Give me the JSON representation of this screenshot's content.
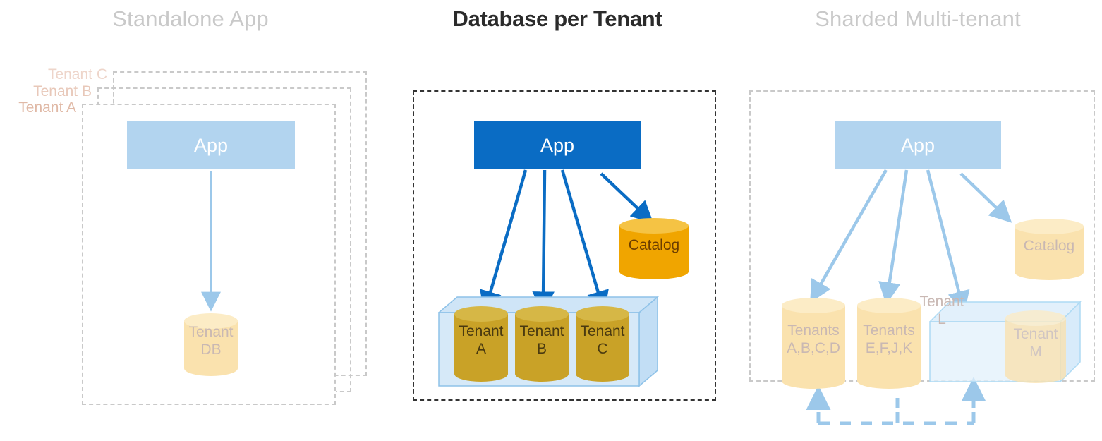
{
  "diagram": {
    "title_hidden": "",
    "colors": {
      "app_active": "#0a6cc4",
      "app_faded": "#b2d4ef",
      "catalog_active": "#f0a500",
      "catalog_faded": "#fae2ae",
      "tenant_db_active": "#c9a227",
      "tenant_db_faded": "#fae2ae",
      "container_box": "#cfe5f7",
      "border_active": "#333333",
      "border_faded": "#c9c9c9",
      "title_active": "#2b2b2b",
      "title_faded": "#c9c9c9",
      "tenant_tag": "#e0b9a6"
    }
  },
  "panels": [
    {
      "id": "standalone",
      "title": "Standalone App",
      "state": "faded",
      "app_label": "App",
      "tenant_tags": [
        "Tenant C",
        "Tenant B",
        "Tenant A"
      ],
      "databases": [
        {
          "label_line1": "Tenant",
          "label_line2": "DB"
        }
      ]
    },
    {
      "id": "database-per-tenant",
      "title": "Database per Tenant",
      "state": "active",
      "app_label": "App",
      "catalog_label": "Catalog",
      "databases": [
        {
          "label_line1": "Tenant",
          "label_line2": "A"
        },
        {
          "label_line1": "Tenant",
          "label_line2": "B"
        },
        {
          "label_line1": "Tenant",
          "label_line2": "C"
        }
      ]
    },
    {
      "id": "sharded-multi-tenant",
      "title": "Sharded Multi-tenant",
      "state": "faded",
      "app_label": "App",
      "catalog_label": "Catalog",
      "shards": [
        {
          "label_line1": "Tenants",
          "label_line2": "A,B,C,D",
          "in_box": false
        },
        {
          "label_line1": "Tenants",
          "label_line2": "E,F,J,K",
          "in_box": false
        },
        {
          "label_line1": "Tenant",
          "label_line2": "L",
          "in_box": true
        },
        {
          "label_line1": "Tenant",
          "label_line2": "M",
          "in_box": true
        }
      ]
    }
  ]
}
